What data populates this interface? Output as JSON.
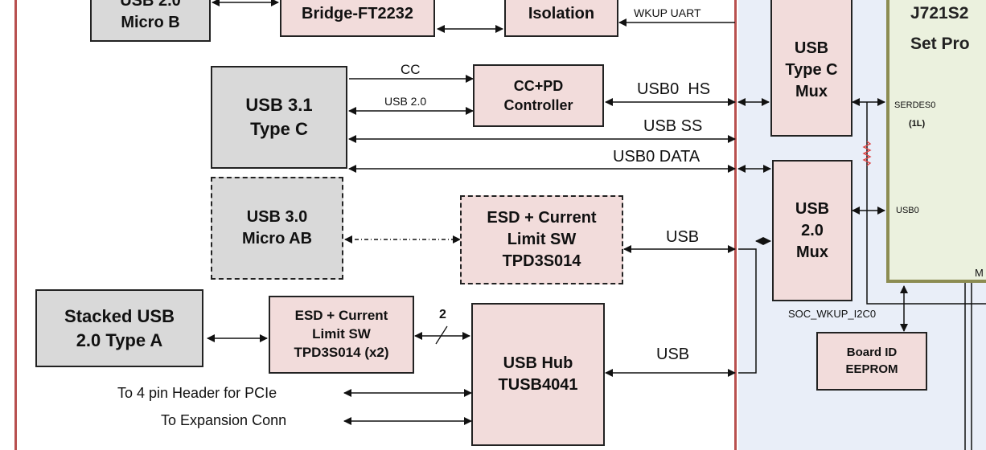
{
  "blocks": {
    "usb20_micro_b": "USB 2.0\nMicro B",
    "bridge": "Bridge-FT2232",
    "isolation": "Isolation",
    "usb31_type_c": "USB 3.1\nType C",
    "ccpd": "CC+PD\nController",
    "usb30_micro_ab": "USB 3.0\nMicro AB",
    "esd1": "ESD + Current\nLimit SW\nTPD3S014",
    "stacked_usb": "Stacked USB\n2.0 Type A",
    "esd2": "ESD + Current\nLimit SW\nTPD3S014 (x2)",
    "usb_hub": "USB Hub\nTUSB4041",
    "typec_mux": "USB\nType C\nMux",
    "usb20_mux": "USB\n2.0\nMux",
    "board_id": "Board ID\nEEPROM",
    "soc_title": "J721S2\nSet Pro"
  },
  "signals": {
    "wkup_uart": "WKUP UART",
    "cc": "CC",
    "usb20": "USB 2.0",
    "usb0_hs": "USB0  HS",
    "usb_ss": "USB SS",
    "usb0_data": "USB0 DATA",
    "usb_esd": "USB",
    "usb_hub": "USB",
    "bus_width": "2",
    "pcie_header": "To 4 pin Header for PCIe",
    "expansion": "To Expansion Conn",
    "soc_wkup_i2c0": "SOC_WKUP_I2C0",
    "serdes0": "SERDES0",
    "serdes0_lanes": "(1L)",
    "usb0_pin": "USB0",
    "m_pin": "M"
  },
  "colors": {
    "board_border": "#b8504f",
    "soc_region": "#e9eef8",
    "soc_border": "#8c8c52",
    "block_fill": "#f2dcdb",
    "connector_fill": "#d9d9d9"
  }
}
